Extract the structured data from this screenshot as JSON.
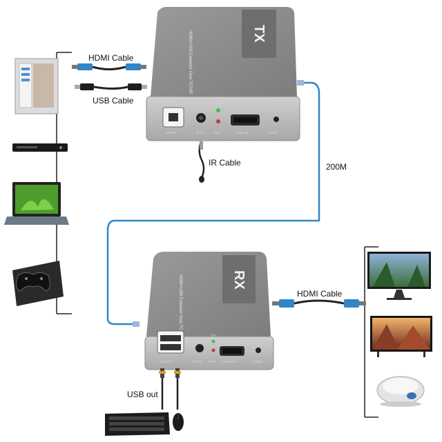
{
  "labels": {
    "hdmi_cable_top": "HDMI Cable",
    "usb_cable": "USB Cable",
    "ir_cable": "IR Cable",
    "distance": "200M",
    "hdmi_cable_right": "HDMI Cable",
    "usb_out": "USB out"
  },
  "tx": {
    "badge": "TX",
    "side_text": "HDMI+USB Extender Over TCP/IP",
    "led": "STA",
    "ports": [
      "USB IN",
      "IR-TX",
      "PWR",
      "HDMI IN",
      "RESET"
    ]
  },
  "rx": {
    "badge": "RX",
    "side_text": "HDMI+USB Extender Over TCP/IP",
    "led": "STA",
    "ports": [
      "USB OUT",
      "IR-RX",
      "PWR",
      "HDMI OUT",
      "RESET"
    ]
  },
  "colors": {
    "cable_blue": "#2f86c9",
    "box_gray": "#8c8c8c",
    "led_green": "#3fbf4f",
    "led_red": "#c43a3a"
  }
}
